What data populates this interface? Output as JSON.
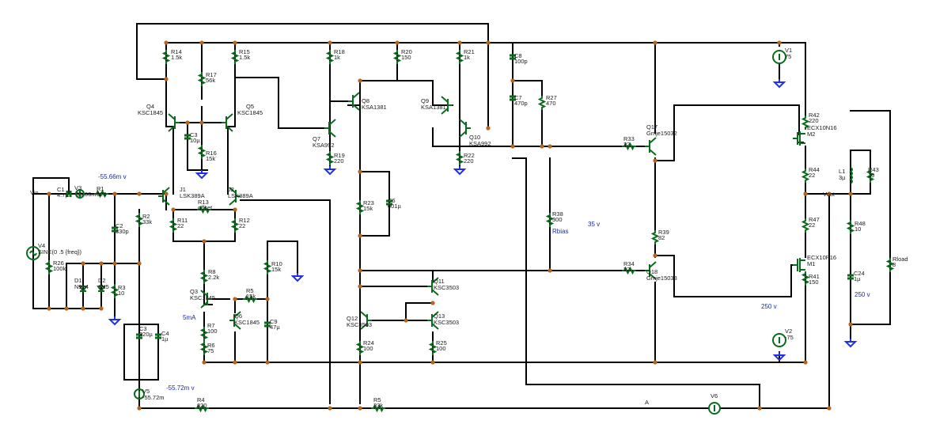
{
  "resistors": [
    {
      "id": "r14",
      "ref": "R14",
      "val": "1.5k"
    },
    {
      "id": "r15",
      "ref": "R15",
      "val": "1.5k"
    },
    {
      "id": "r17",
      "ref": "R17",
      "val": "56k"
    },
    {
      "id": "r16",
      "ref": "R16",
      "val": "15k"
    },
    {
      "id": "r18",
      "ref": "R18",
      "val": "1k"
    },
    {
      "id": "r19",
      "ref": "R19",
      "val": "220"
    },
    {
      "id": "r20",
      "ref": "R20",
      "val": "150"
    },
    {
      "id": "r21",
      "ref": "R21",
      "val": "1k"
    },
    {
      "id": "r22",
      "ref": "R22",
      "val": "220"
    },
    {
      "id": "r27",
      "ref": "R27",
      "val": "470"
    },
    {
      "id": "r1",
      "ref": "R1",
      "val": "820"
    },
    {
      "id": "r2",
      "ref": "R2",
      "val": "33k"
    },
    {
      "id": "r3",
      "ref": "R3",
      "val": "10"
    },
    {
      "id": "r26",
      "ref": "R26",
      "val": "100k"
    },
    {
      "id": "r11",
      "ref": "R11",
      "val": "22"
    },
    {
      "id": "r12",
      "ref": "R12",
      "val": "22"
    },
    {
      "id": "r13",
      "ref": "R13",
      "val": "offset"
    },
    {
      "id": "r8",
      "ref": "R8",
      "val": "2.2k"
    },
    {
      "id": "r5",
      "ref": "R5",
      "val": "15k"
    },
    {
      "id": "r7",
      "ref": "R7",
      "val": "100"
    },
    {
      "id": "r6",
      "ref": "R6",
      "val": "75"
    },
    {
      "id": "r10",
      "ref": "R10",
      "val": "15k"
    },
    {
      "id": "r23",
      "ref": "R23",
      "val": "15k"
    },
    {
      "id": "r24",
      "ref": "R24",
      "val": "100"
    },
    {
      "id": "r25",
      "ref": "R25",
      "val": "100"
    },
    {
      "id": "r38",
      "ref": "R38",
      "val": "300"
    },
    {
      "id": "r33",
      "ref": "R33",
      "val": "22"
    },
    {
      "id": "r34",
      "ref": "R34",
      "val": "22"
    },
    {
      "id": "r39",
      "ref": "R39",
      "val": "82"
    },
    {
      "id": "r42",
      "ref": "R42",
      "val": "220"
    },
    {
      "id": "r44",
      "ref": "R44",
      "val": "22"
    },
    {
      "id": "r47",
      "ref": "R47",
      "val": "22"
    },
    {
      "id": "r41",
      "ref": "R41",
      "val": "150"
    },
    {
      "id": "r43",
      "ref": "R43",
      "val": "10"
    },
    {
      "id": "r48",
      "ref": "R48",
      "val": "10"
    },
    {
      "id": "rload",
      "ref": "Rload",
      "val": "8"
    },
    {
      "id": "r4",
      "ref": "R4",
      "val": "820"
    },
    {
      "id": "r5b",
      "ref": "R5",
      "val": "33k"
    }
  ],
  "capacitors": [
    {
      "id": "c1",
      "ref": "C1",
      "val": "4.7µ"
    },
    {
      "id": "c2",
      "ref": "C2",
      "val": "330p"
    },
    {
      "id": "c3a",
      "ref": "C3",
      "val": "10µ"
    },
    {
      "id": "c3b",
      "ref": "C3",
      "val": "220µ"
    },
    {
      "id": "c4",
      "ref": "C4",
      "val": "1µ"
    },
    {
      "id": "c9",
      "ref": "C9",
      "val": "47µ"
    },
    {
      "id": "c8",
      "ref": "C8",
      "val": "100p"
    },
    {
      "id": "c7",
      "ref": "C7",
      "val": "470p"
    },
    {
      "id": "c6",
      "ref": "C6",
      "val": "001µ"
    },
    {
      "id": "c24",
      "ref": "C24",
      "val": "1µ"
    }
  ],
  "transistors": [
    {
      "id": "q4",
      "ref": "Q4",
      "part": "KSC1845"
    },
    {
      "id": "q5",
      "ref": "Q5",
      "part": "KSC1845"
    },
    {
      "id": "q8",
      "ref": "Q8",
      "part": "KSA1381"
    },
    {
      "id": "q9",
      "ref": "Q9",
      "part": "KSA1381"
    },
    {
      "id": "q7",
      "ref": "Q7",
      "part": "KSA992"
    },
    {
      "id": "q10",
      "ref": "Q10",
      "part": "KSA992"
    },
    {
      "id": "q3",
      "ref": "Q3",
      "part": "KSC1845"
    },
    {
      "id": "q6",
      "ref": "Q6",
      "part": "KSC1845"
    },
    {
      "id": "q11",
      "ref": "Q11",
      "part": "KSC3503"
    },
    {
      "id": "q12",
      "ref": "Q12",
      "part": "KSC3503"
    },
    {
      "id": "q13",
      "ref": "Q13",
      "part": "KSC3503"
    },
    {
      "id": "q17",
      "ref": "Q17",
      "part": "Gmje15032"
    },
    {
      "id": "q18",
      "ref": "Q18",
      "part": "Gmje15033"
    },
    {
      "id": "j1",
      "ref": "J1",
      "part": "LSK389A"
    },
    {
      "id": "j2",
      "ref": "J2",
      "part": "LSK389A"
    },
    {
      "id": "m2",
      "ref": "M2",
      "part": "ECX10N16"
    },
    {
      "id": "m1",
      "ref": "M1",
      "part": "ECX10P16"
    }
  ],
  "sources": [
    {
      "id": "v1",
      "ref": "V1",
      "val": "75"
    },
    {
      "id": "v2",
      "ref": "V2",
      "val": "-75"
    },
    {
      "id": "v3",
      "ref": "V3",
      "val": "-55.66m v"
    },
    {
      "id": "v4",
      "ref": "V4",
      "val": "SINE(0 .5 {freq})"
    },
    {
      "id": "v5",
      "ref": "V5",
      "val": "-55.72m"
    },
    {
      "id": "v6",
      "ref": "V6",
      "val": ""
    }
  ],
  "diodes": [
    {
      "id": "d1",
      "ref": "D1",
      "part": "N914"
    },
    {
      "id": "d2",
      "ref": "D2",
      "part": "1N5"
    }
  ],
  "inductor": {
    "ref": "L1",
    "val": "3µ"
  },
  "nodes": {
    "vin": "Vin",
    "vout": "Vout",
    "a": "A",
    "rbias": "Rbias",
    "v55a": "-55.66m v",
    "v55b": "-55.72m v",
    "i5ma": "5mA",
    "v35": "35 v",
    "v250a": "250 v",
    "v250b": "250 v"
  },
  "colors": {
    "wire": "#000000",
    "component": "#0a6b1c",
    "ground": "#1e2fe6",
    "junction": "#b5651d",
    "annotation": "#1a2aa8"
  }
}
